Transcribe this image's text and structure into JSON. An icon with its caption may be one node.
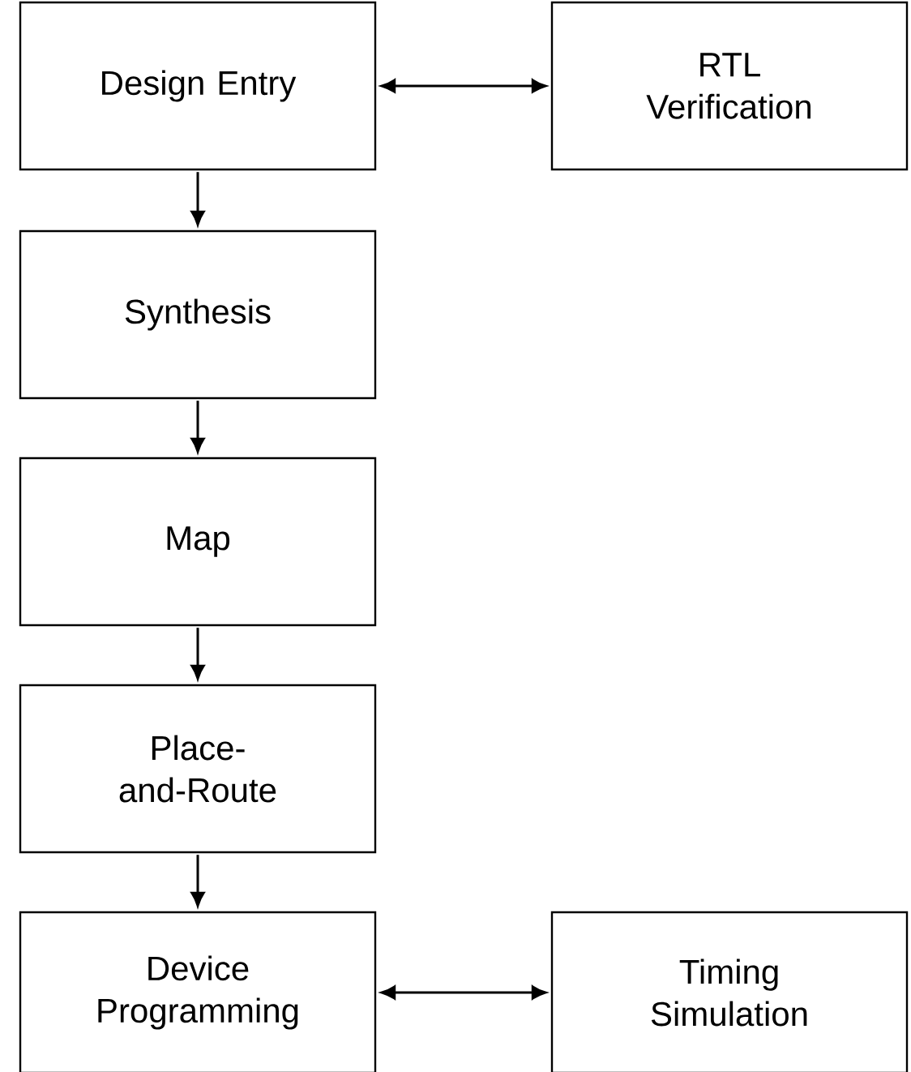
{
  "diagram": {
    "nodes": [
      {
        "text": [
          "Design Entry"
        ]
      },
      {
        "text": [
          "RTL Verification"
        ]
      },
      {
        "text": [
          "Synthesis"
        ]
      },
      {
        "text": [
          "Map"
        ]
      },
      {
        "text": [
          "Place-and-Route"
        ]
      },
      {
        "text": [
          "Device Programming"
        ]
      },
      {
        "text": [
          "Timing Simulation"
        ]
      }
    ],
    "edges": [
      {
        "from": 0,
        "to": 1,
        "arrow": "both"
      },
      {
        "from": 0,
        "to": 2,
        "arrow": "to"
      },
      {
        "from": 2,
        "to": 3,
        "arrow": "to"
      },
      {
        "from": 3,
        "to": 4,
        "arrow": "to"
      },
      {
        "from": 4,
        "to": 5,
        "arrow": "to"
      },
      {
        "from": 5,
        "to": 6,
        "arrow": "both"
      }
    ]
  }
}
